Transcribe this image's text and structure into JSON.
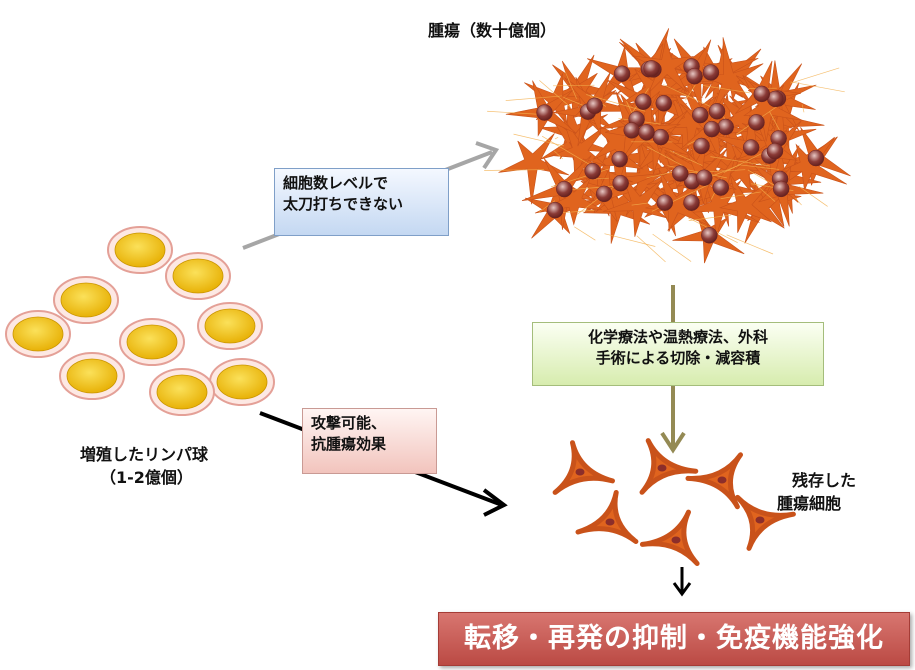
{
  "tumor_label": "腫瘍（数十億個）",
  "lymphocyte_label": [
    "増殖したリンパ球",
    "（1-2億個）"
  ],
  "residual_label": [
    "残存した",
    "腫瘍細胞"
  ],
  "box_blue": [
    "細胞数レベルで",
    "太刀打ちできない"
  ],
  "box_green": [
    "化学療法や温熱療法、外科",
    "手術による切除・減容積"
  ],
  "box_red": [
    "攻撃可能、",
    "抗腫瘍効果"
  ],
  "banner": "転移・再発の抑制・免疫機能強化",
  "colors": {
    "tumor": "#e0641e",
    "cell_nucleus": "#8c2e2a",
    "lymphocyte_core": "#f2c416",
    "lymphocyte_ring": "#e4a097",
    "arrow_gray": "#a6a6a6",
    "arrow_olive": "#948a54",
    "arrow_black": "#000000",
    "banner": "#c0504d"
  }
}
